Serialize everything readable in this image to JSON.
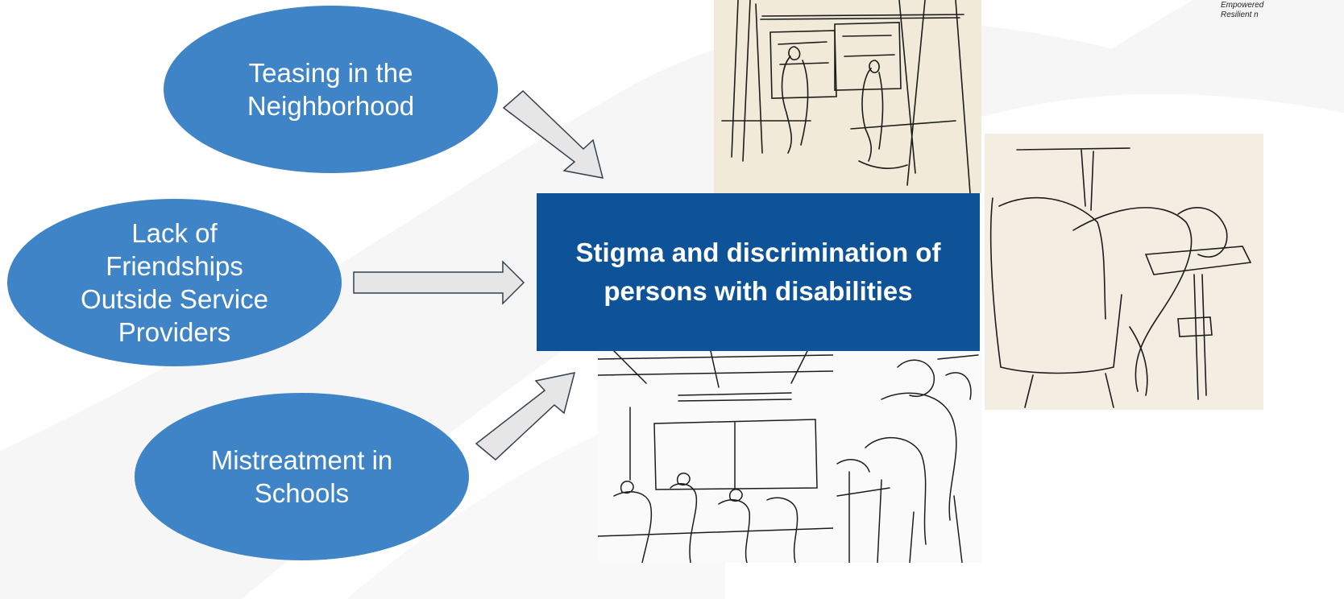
{
  "diagram": {
    "central_box": "Stigma and discrimination of\npersons with disabilities",
    "causes": [
      "Teasing in the\nNeighborhood",
      "Lack of\nFriendships\nOutside Service\nProviders",
      "Mistreatment in\nSchools"
    ]
  },
  "corner_tagline": {
    "line1": "Empowered",
    "line2": "Resilient n"
  },
  "illustrations": [
    "sketch-figures-at-window",
    "sketch-person-slumped-at-desk",
    "sketch-classroom-audience",
    "sketch-seated-people"
  ],
  "colors": {
    "ellipse_fill": "#3f84c7",
    "central_box_fill": "#0e5297",
    "arrow_fill": "#e6e6e6",
    "arrow_stroke": "#33404d",
    "background_swoosh": "#f5f5f5"
  }
}
